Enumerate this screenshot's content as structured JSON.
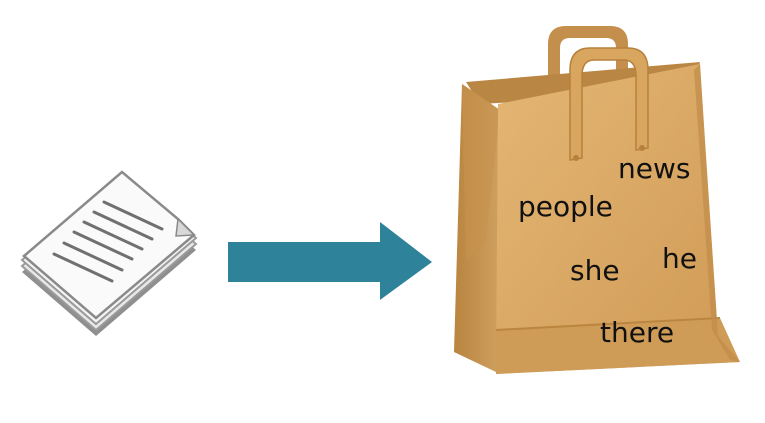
{
  "diagram": {
    "document": {
      "icon": "document-icon"
    },
    "arrow": {
      "icon": "right-arrow-icon",
      "color": "#2e8299"
    },
    "bag": {
      "icon": "paper-bag-icon",
      "colors": {
        "front": "#d9a864",
        "side": "#c99553",
        "back": "#b98644",
        "handle": "#d6a35e"
      },
      "words": [
        "news",
        "people",
        "he",
        "she",
        "there"
      ]
    }
  }
}
